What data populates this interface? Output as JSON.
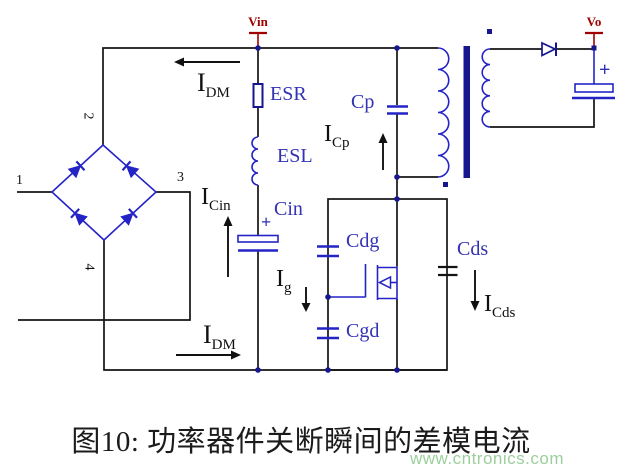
{
  "colors": {
    "wire": "#141414",
    "blue": "#2424c6",
    "navy": "#16168f",
    "labelBlue": "#3232b4",
    "red": "#a00000",
    "green": "#9ccf9c",
    "text": "#1b1b1b"
  },
  "terminals": {
    "vin": "Vin",
    "vo": "Vo"
  },
  "bridge_nodes": {
    "n1": "1",
    "n2": "2",
    "n3": "3",
    "n4": "4"
  },
  "components": {
    "esr": "ESR",
    "esl": "ESL",
    "cin": "Cin",
    "cin_plus": "+",
    "cp": "Cp",
    "cdg": "Cdg",
    "cgd": "Cgd",
    "cds": "Cds",
    "cout_plus": "+"
  },
  "currents": {
    "idm_top": {
      "base": "I",
      "sub": "DM"
    },
    "icin": {
      "base": "I",
      "sub": "Cin"
    },
    "icp": {
      "base": "I",
      "sub": "Cp"
    },
    "ig": {
      "base": "I",
      "sub": "g"
    },
    "icds": {
      "base": "I",
      "sub": "Cds"
    },
    "idm_bottom": {
      "base": "I",
      "sub": "DM"
    }
  },
  "caption": "图10: 功率器件关断瞬间的差模电流",
  "watermark": "www.cntronics.com"
}
